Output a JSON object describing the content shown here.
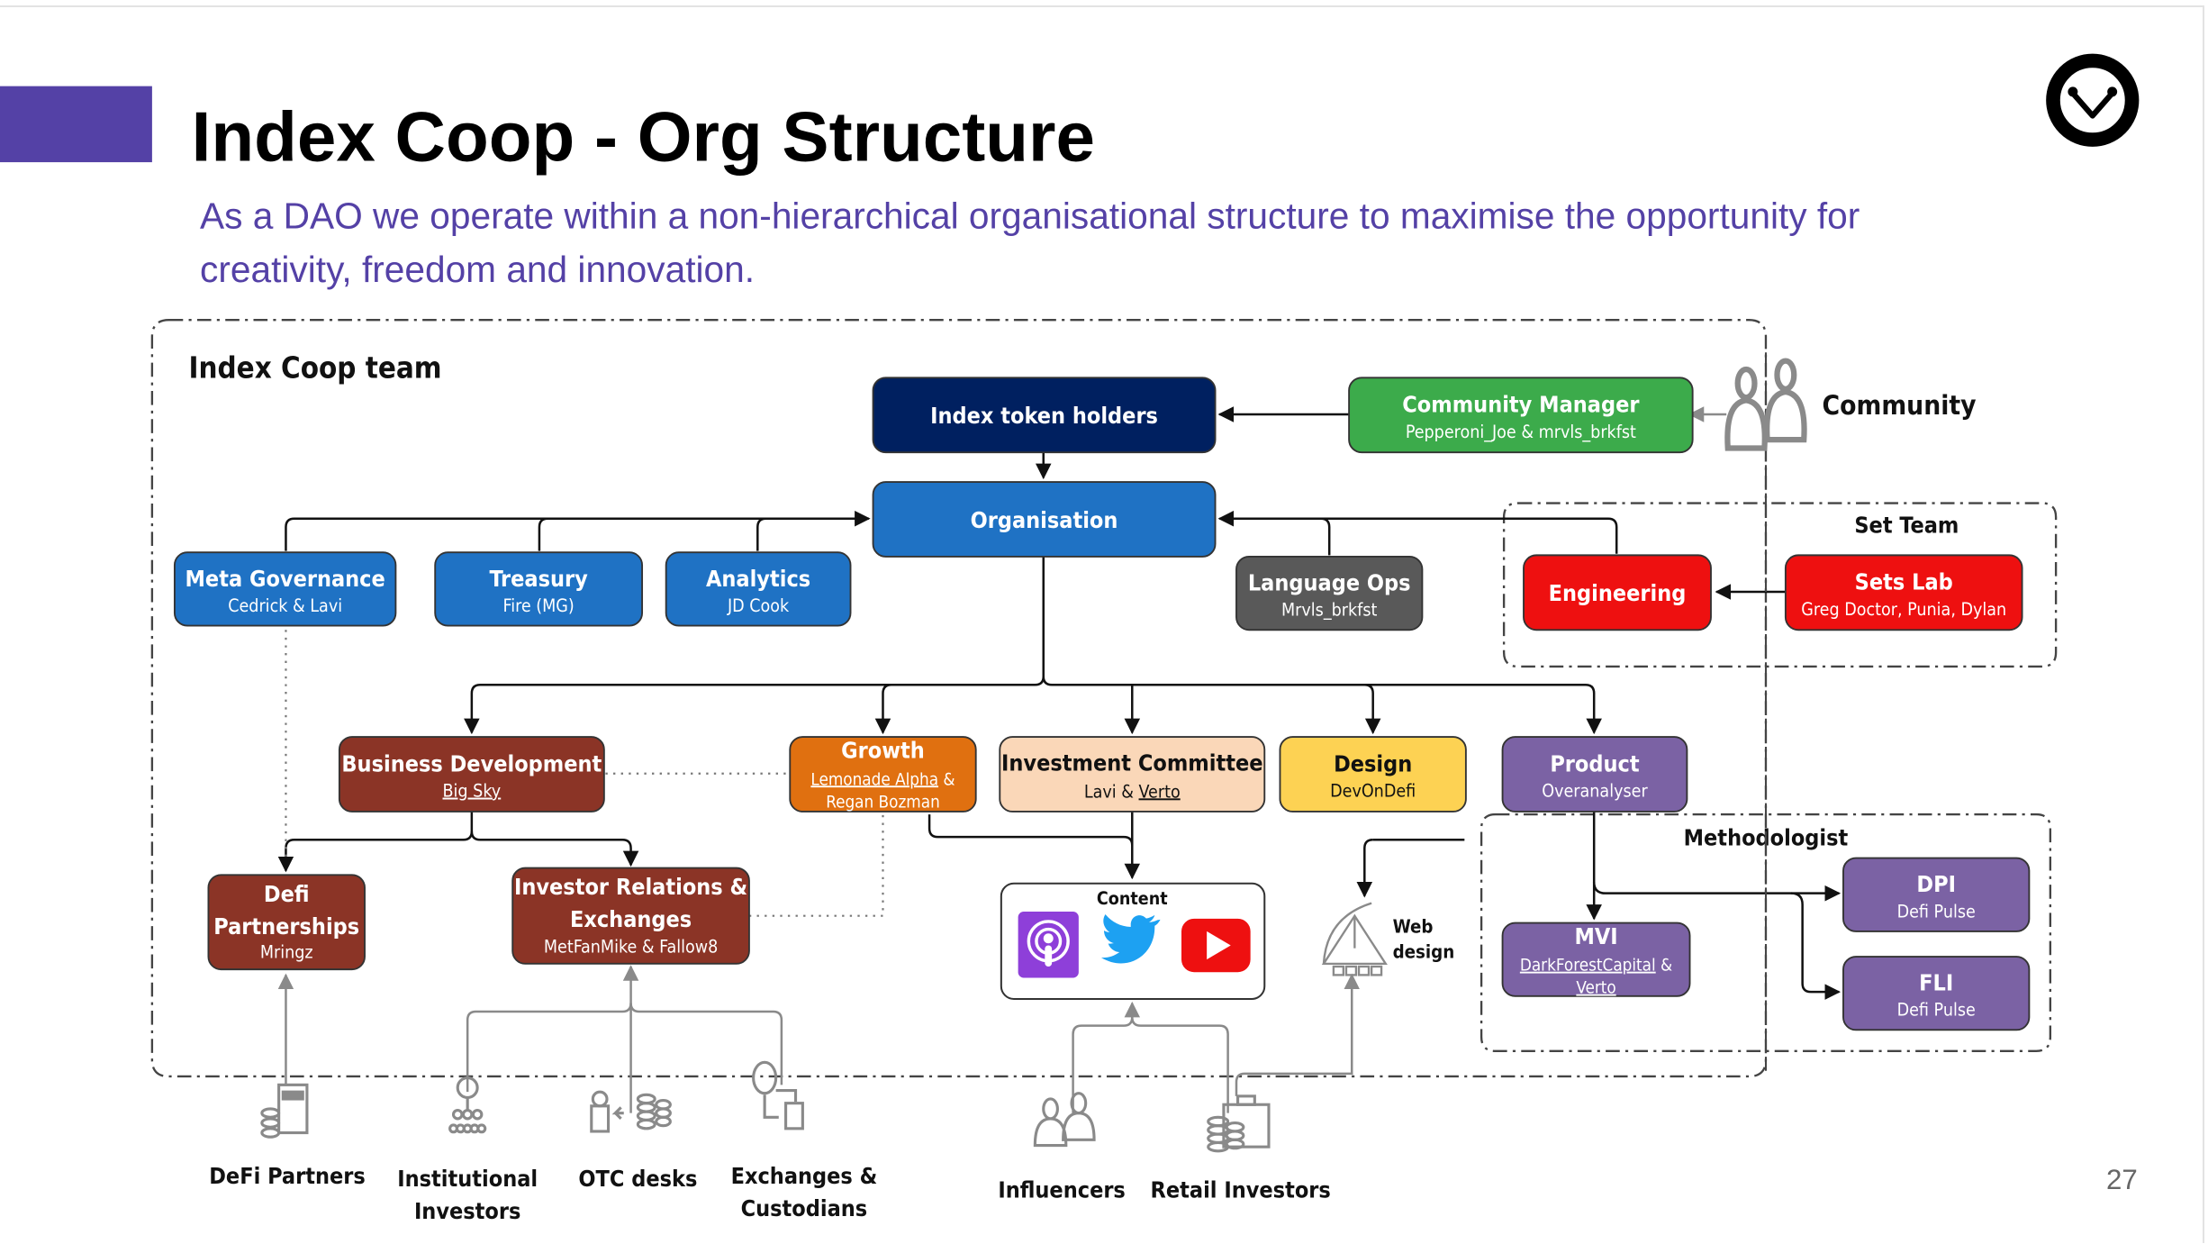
{
  "slide": {
    "title": "Index Coop - Org Structure",
    "subtitle_line1": "As a DAO we operate within a non-hierarchical organisational structure to maximise the opportunity for",
    "subtitle_line2": "creativity, freedom and innovation.",
    "page_number": "27",
    "accent_color": "#5441a6",
    "logo": "index-coop-logo-icon"
  },
  "diagram": {
    "team_label": "Index Coop team",
    "community_label": "Community",
    "set_team_label": "Set Team",
    "methodologist_label": "Methodologist",
    "content_label": "Content",
    "web_design_line1": "Web",
    "web_design_line2": "design",
    "nodes": {
      "token_holders": {
        "title": "Index token holders",
        "color": "#002060"
      },
      "community_manager": {
        "title": "Community Manager",
        "sub": "Pepperoni_Joe & mrvls_brkfst",
        "color": "#3cab4b"
      },
      "organisation": {
        "title": "Organisation",
        "color": "#1f72c4"
      },
      "meta_governance": {
        "title": "Meta Governance",
        "sub": "Cedrick & Lavi",
        "color": "#1f72c4"
      },
      "treasury": {
        "title": "Treasury",
        "sub": "Fire (MG)",
        "color": "#1f72c4"
      },
      "analytics": {
        "title": "Analytics",
        "sub": "JD Cook",
        "color": "#1f72c4"
      },
      "language_ops": {
        "title": "Language Ops",
        "sub": "Mrvls_brkfst",
        "color": "#595959"
      },
      "engineering": {
        "title": "Engineering",
        "color": "#ee1010"
      },
      "sets_lab": {
        "title": "Sets Lab",
        "sub": "Greg Doctor, Punia, Dylan",
        "color": "#ee1010"
      },
      "business_development": {
        "title": "Business Development",
        "sub": "Big Sky",
        "color": "#8b3426"
      },
      "growth": {
        "title": "Growth",
        "sub1": "Lemonade Alpha",
        "sub1_suffix": " &",
        "sub2": "Regan Bozman",
        "color": "#e07010"
      },
      "investment_committee": {
        "title": "Investment Committee",
        "sub_prefix": "Lavi & ",
        "sub_link": "Verto",
        "color": "#fad7b8"
      },
      "design": {
        "title": "Design",
        "sub": "DevOnDefi",
        "color": "#fdd253"
      },
      "product": {
        "title": "Product",
        "sub": "Overanalyser",
        "color": "#7b62a4"
      },
      "defi_partnerships": {
        "title1": "Defi",
        "title2": "Partnerships",
        "sub": "Mringz",
        "color": "#8b3426"
      },
      "investor_relations": {
        "title1": "Investor Relations &",
        "title2": "Exchanges",
        "sub": "MetFanMike & Fallow8",
        "color": "#8b3426"
      },
      "mvi": {
        "title": "MVI",
        "sub1": "DarkForestCapital",
        "sub1_suffix": " &",
        "sub2": "Verto",
        "color": "#7b62a4"
      },
      "dpi": {
        "title": "DPI",
        "sub": "Defi Pulse",
        "color": "#7b62a4"
      },
      "fli": {
        "title": "FLI",
        "sub": "Defi Pulse",
        "color": "#7b62a4"
      }
    },
    "external": [
      {
        "label1": "DeFi Partners",
        "label2": "",
        "icon": "calculator-coins-icon"
      },
      {
        "label1": "Institutional",
        "label2": "Investors",
        "icon": "hierarchy-people-icon"
      },
      {
        "label1": "OTC desks",
        "label2": "",
        "icon": "exchange-coins-icon"
      },
      {
        "label1": "Exchanges &",
        "label2": "Custodians",
        "icon": "exchange-arrows-icon"
      },
      {
        "label1": "Influencers",
        "label2": "",
        "icon": "people-icon"
      },
      {
        "label1": "Retail Investors",
        "label2": "",
        "icon": "briefcase-coins-icon"
      }
    ],
    "content_icons": [
      "podcast-icon",
      "twitter-icon",
      "youtube-icon"
    ]
  }
}
